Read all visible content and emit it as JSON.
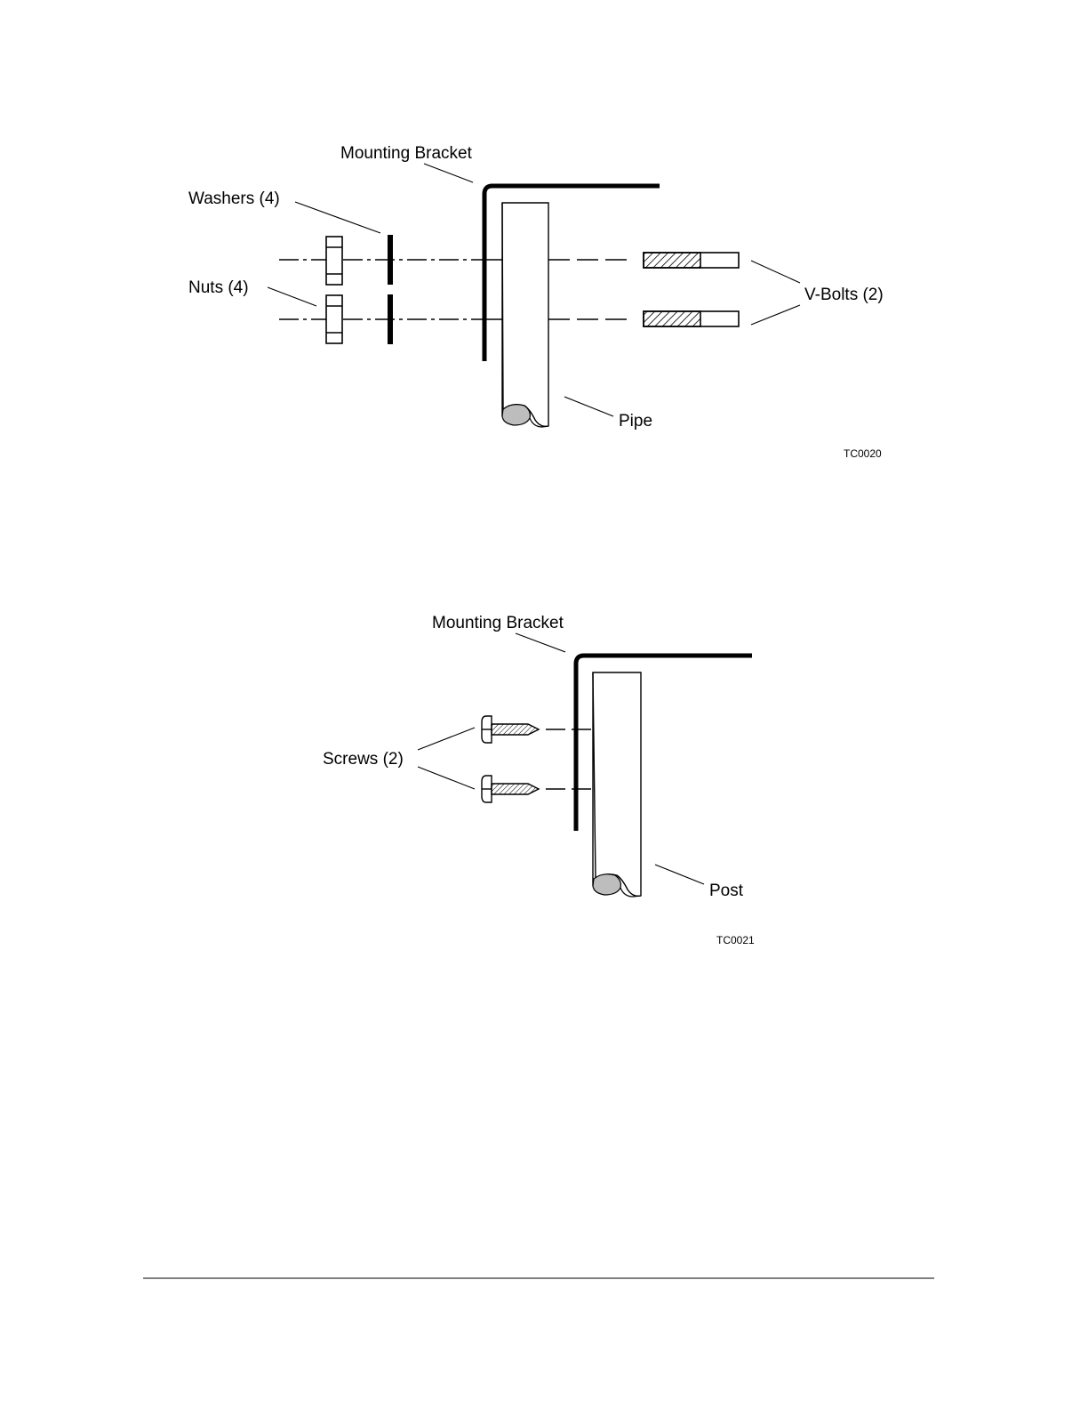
{
  "figure1": {
    "labels": {
      "mounting_bracket": "Mounting Bracket",
      "washers": "Washers (4)",
      "nuts": "Nuts (4)",
      "v_bolts": "V-Bolts (2)",
      "pipe": "Pipe"
    },
    "figure_code": "TC0020"
  },
  "figure2": {
    "labels": {
      "mounting_bracket": "Mounting Bracket",
      "screws": "Screws (2)",
      "post": "Post"
    },
    "figure_code": "TC0021"
  }
}
